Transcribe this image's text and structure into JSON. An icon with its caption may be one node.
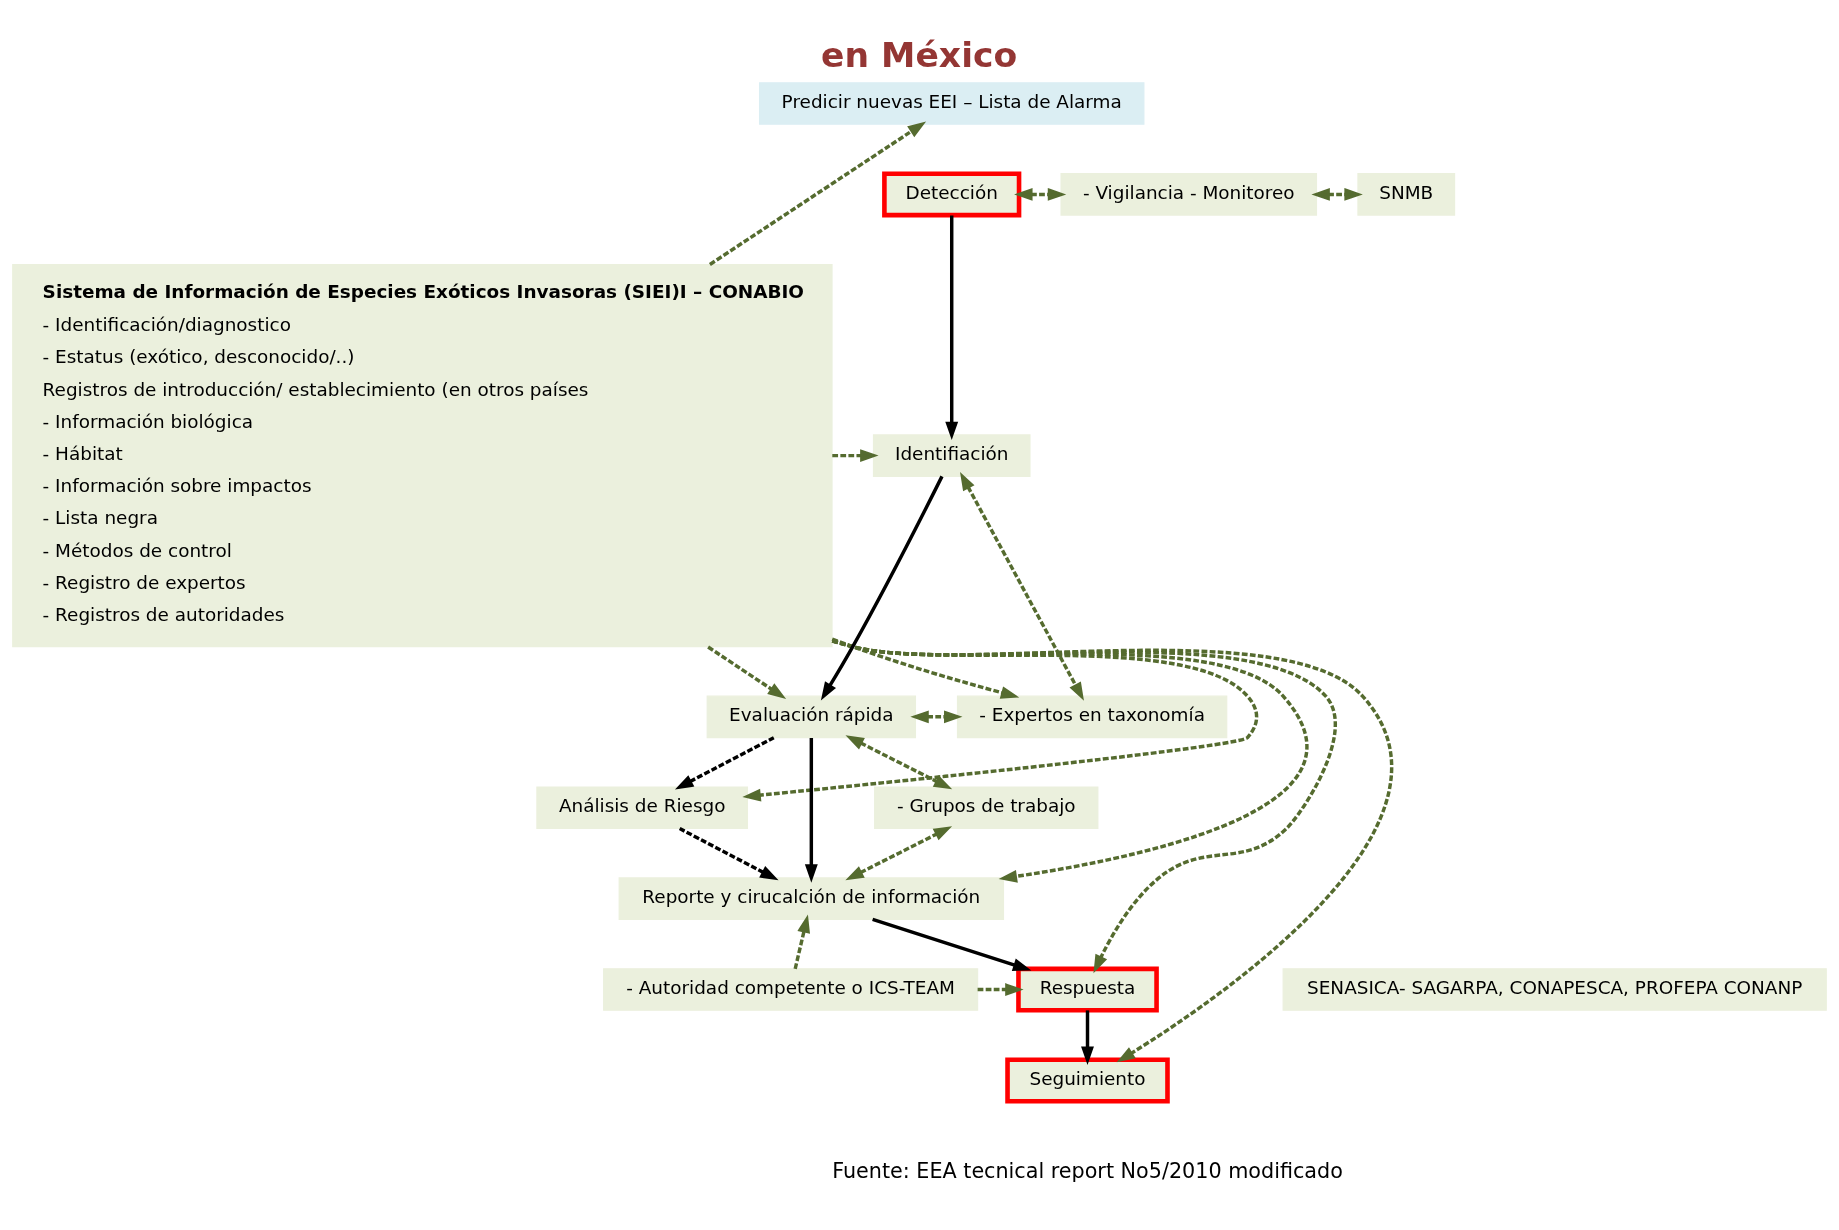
{
  "diagram": {
    "title": "en México",
    "caption": "Fuente: EEA tecnical report No5/2010 modificado",
    "nodes": [
      {
        "text": [
          "Sistema de Información de Especies Exóticos Invasoras (SIEI)I – CONABIO",
          "- Identificación/diagnostico",
          "- Estatus (exótico, desconocido/..)",
          "Registros de introducción/ establecimiento (en otros países",
          "- Información biológica",
          "- Hábitat",
          "- Información sobre impactos",
          "- Lista negra",
          "- Métodos de control",
          "- Registro de expertos",
          "- Registros de autoridades"
        ]
      },
      {
        "text": [
          "Predicir nuevas EEI – Lista de Alarma"
        ]
      },
      {
        "text": [
          "Detección"
        ]
      },
      {
        "text": [
          "Identifiación"
        ]
      },
      {
        "text": [
          "Evaluación rápida"
        ]
      },
      {
        "text": [
          "Análisis de Riesgo"
        ]
      },
      {
        "text": [
          "Reporte y cirucalción de información"
        ]
      },
      {
        "text": [
          "Respuesta"
        ]
      },
      {
        "text": [
          "Seguimiento"
        ]
      },
      {
        "text": [
          "- Vigilancia - Monitoreo"
        ]
      },
      {
        "text": [
          "SNMB"
        ]
      },
      {
        "text": [
          "- Expertos en taxonomía"
        ]
      },
      {
        "text": [
          "- Grupos de trabajo"
        ]
      },
      {
        "text": [
          "- Autoridad competente o ICS-TEAM"
        ]
      },
      {
        "text": [
          "SENASICA- SAGARPA, CONAPESCA, PROFEPA CONANP"
        ]
      }
    ],
    "edges": [
      {
        "from": 2,
        "to": 3,
        "arrow": "to",
        "color": "#000000"
      },
      {
        "from": 3,
        "to": 4,
        "arrow": "to",
        "color": "#000000"
      },
      {
        "from": 4,
        "to": 6,
        "arrow": "to",
        "color": "#000000"
      },
      {
        "from": 4,
        "to": 5,
        "arrow": "to",
        "color": "#000000",
        "style": "dashed"
      },
      {
        "from": 5,
        "to": 6,
        "arrow": "to",
        "color": "#000000",
        "style": "dashed"
      },
      {
        "from": 6,
        "to": 7,
        "arrow": "to",
        "color": "#000000"
      },
      {
        "from": 7,
        "to": 8,
        "arrow": "to",
        "color": "#000000"
      },
      {
        "from": 0,
        "to": 3,
        "arrow": "to",
        "style": "dashed"
      },
      {
        "from": 0,
        "to": 4,
        "arrow": "to",
        "style": "dashed"
      },
      {
        "from": 0,
        "to": 5,
        "arrow": "to",
        "style": "dashed"
      },
      {
        "from": 0,
        "to": 6,
        "arrow": "to",
        "style": "dashed"
      },
      {
        "from": 0,
        "to": 7,
        "arrow": "to",
        "style": "dashed"
      },
      {
        "from": 0,
        "to": 8,
        "arrow": "to",
        "style": "dashed"
      },
      {
        "from": 0,
        "to": 1,
        "arrow": "to",
        "style": "dashed"
      },
      {
        "from": 0,
        "to": 11,
        "arrow": "to",
        "style": "dashed"
      },
      {
        "from": 2,
        "to": 9,
        "arrow": "both",
        "style": "dashed"
      },
      {
        "from": 9,
        "to": 10,
        "arrow": "both",
        "style": "dashed"
      },
      {
        "from": 3,
        "to": 11,
        "arrow": "both",
        "style": "dashed"
      },
      {
        "from": 4,
        "to": 11,
        "arrow": "both",
        "style": "dashed"
      },
      {
        "from": 4,
        "to": 12,
        "arrow": "both",
        "style": "dashed"
      },
      {
        "from": 6,
        "to": 12,
        "arrow": "both",
        "style": "dashed"
      },
      {
        "from": 13,
        "to": 6,
        "arrow": "to",
        "style": "dashed"
      },
      {
        "from": 13,
        "to": 7,
        "arrow": "to",
        "style": "dashed"
      }
    ]
  }
}
